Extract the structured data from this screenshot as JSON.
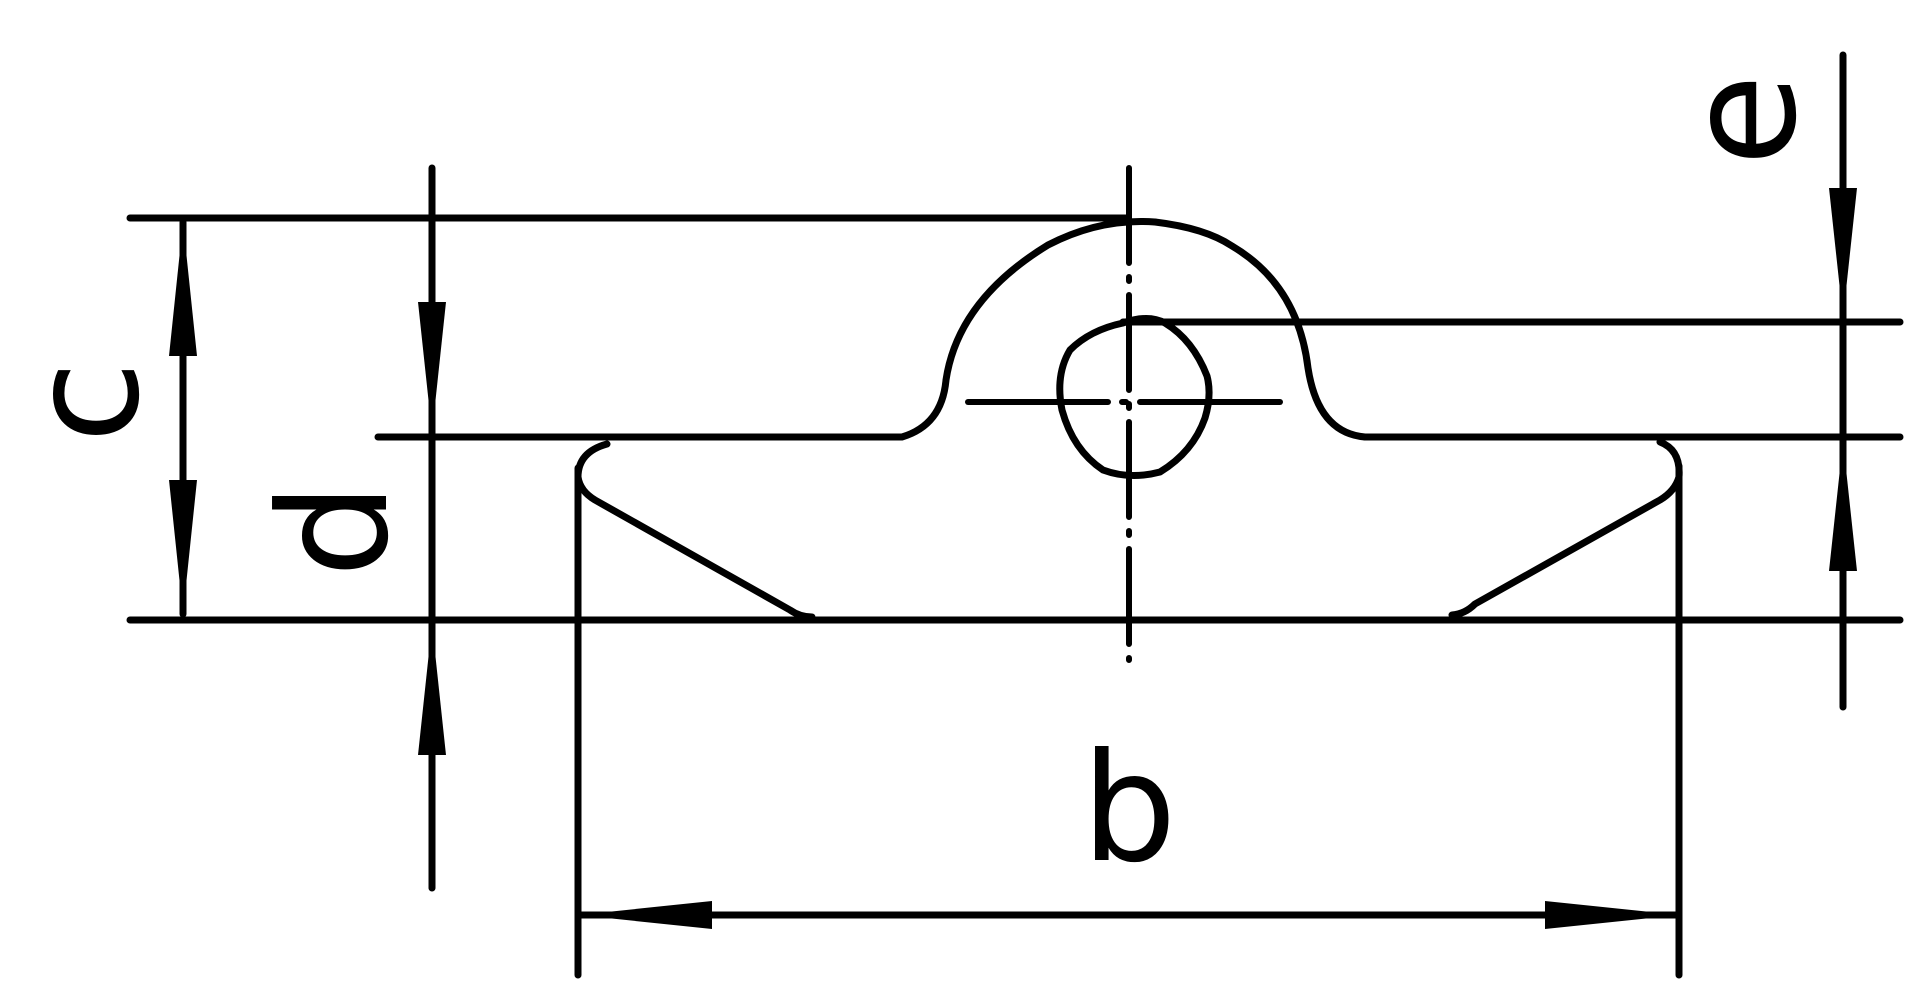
{
  "labels": {
    "b": "b",
    "c": "c",
    "d": "d",
    "e": "e"
  },
  "colors": {
    "ink": "#000000",
    "background": "#ffffff"
  }
}
